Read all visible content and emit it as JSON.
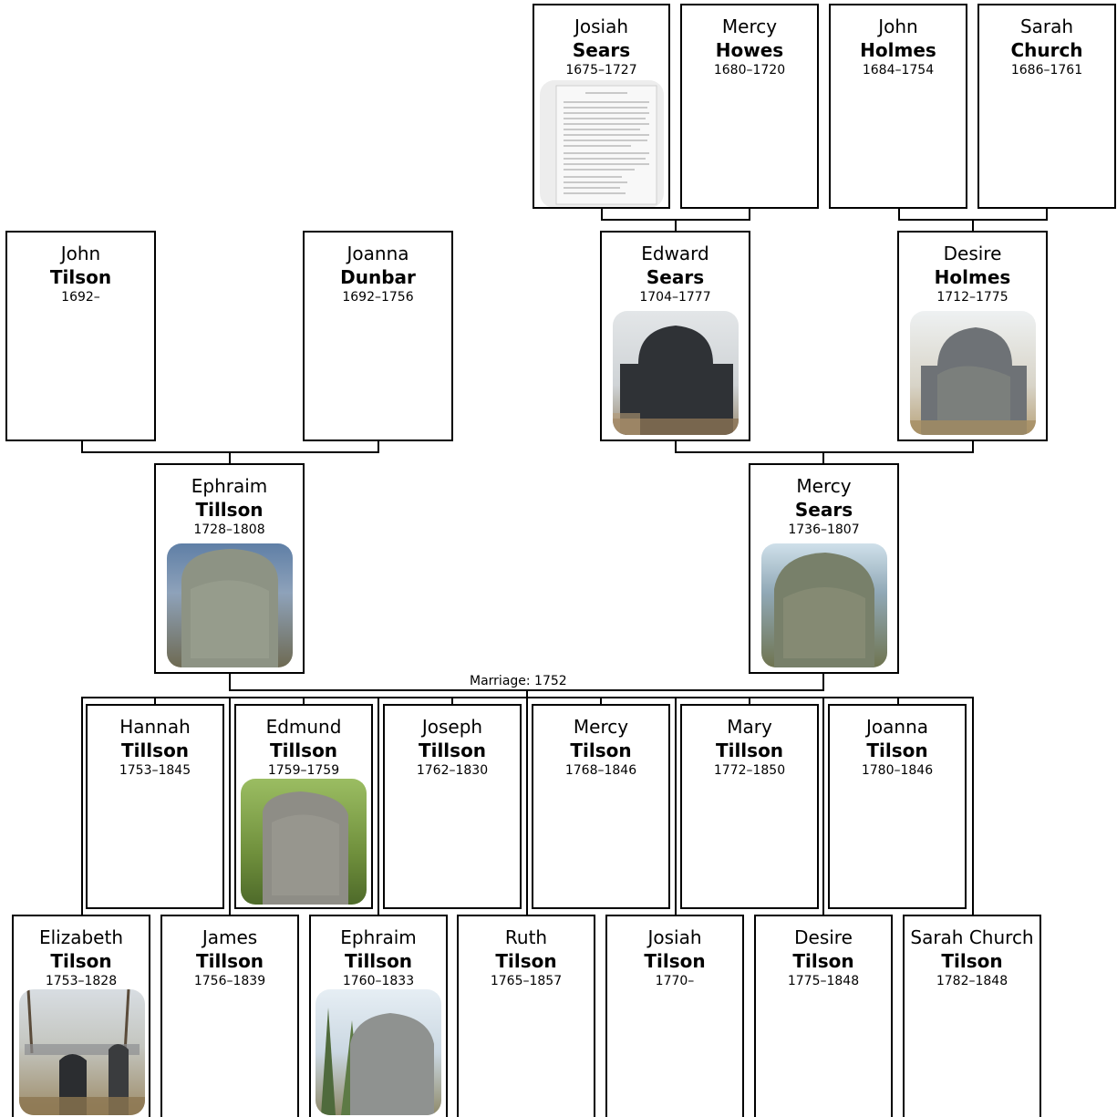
{
  "marriage_label": "Marriage: 1752",
  "people": {
    "josiah_sears_sr": {
      "given": "Josiah",
      "surname": "Sears",
      "years": "1675–1727",
      "photo": "document-scan"
    },
    "mercy_howes": {
      "given": "Mercy",
      "surname": "Howes",
      "years": "1680–1720"
    },
    "john_holmes": {
      "given": "John",
      "surname": "Holmes",
      "years": "1684–1754"
    },
    "sarah_church": {
      "given": "Sarah",
      "surname": "Church",
      "years": "1686–1761"
    },
    "john_tilson": {
      "given": "John",
      "surname": "Tilson",
      "years": "1692–"
    },
    "joanna_dunbar": {
      "given": "Joanna",
      "surname": "Dunbar",
      "years": "1692–1756"
    },
    "edward_sears": {
      "given": "Edward",
      "surname": "Sears",
      "years": "1704–1777",
      "photo": "gravestone-dark"
    },
    "desire_holmes": {
      "given": "Desire",
      "surname": "Holmes",
      "years": "1712–1775",
      "photo": "gravestone-lichen"
    },
    "ephraim_tillson": {
      "given": "Ephraim",
      "surname": "Tillson",
      "years": "1728–1808",
      "photo": "gravestone-gray"
    },
    "mercy_sears": {
      "given": "Mercy",
      "surname": "Sears",
      "years": "1736–1807",
      "photo": "gravestone-mossy"
    },
    "hannah_tillson": {
      "given": "Hannah",
      "surname": "Tillson",
      "years": "1753–1845"
    },
    "edmund_tillson": {
      "given": "Edmund",
      "surname": "Tillson",
      "years": "1759–1759",
      "photo": "gravestone-grass"
    },
    "joseph_tillson": {
      "given": "Joseph",
      "surname": "Tillson",
      "years": "1762–1830"
    },
    "mercy_tilson": {
      "given": "Mercy",
      "surname": "Tilson",
      "years": "1768–1846"
    },
    "mary_tillson": {
      "given": "Mary",
      "surname": "Tillson",
      "years": "1772–1850"
    },
    "joanna_tilson": {
      "given": "Joanna",
      "surname": "Tilson",
      "years": "1780–1846"
    },
    "elizabeth_tilson": {
      "given": "Elizabeth",
      "surname": "Tilson",
      "years": "1753–1828",
      "photo": "cemetery"
    },
    "james_tillson": {
      "given": "James",
      "surname": "Tillson",
      "years": "1756–1839"
    },
    "ephraim_tillson_jr": {
      "given": "Ephraim",
      "surname": "Tillson",
      "years": "1760–1833",
      "photo": "gravestone-trees"
    },
    "ruth_tilson": {
      "given": "Ruth",
      "surname": "Tilson",
      "years": "1765–1857"
    },
    "josiah_tilson": {
      "given": "Josiah",
      "surname": "Tilson",
      "years": "1770–"
    },
    "desire_tilson": {
      "given": "Desire",
      "surname": "Tilson",
      "years": "1775–1848"
    },
    "sarah_church_tilson": {
      "given": "Sarah Church",
      "surname": "Tilson",
      "years": "1782–1848"
    }
  }
}
